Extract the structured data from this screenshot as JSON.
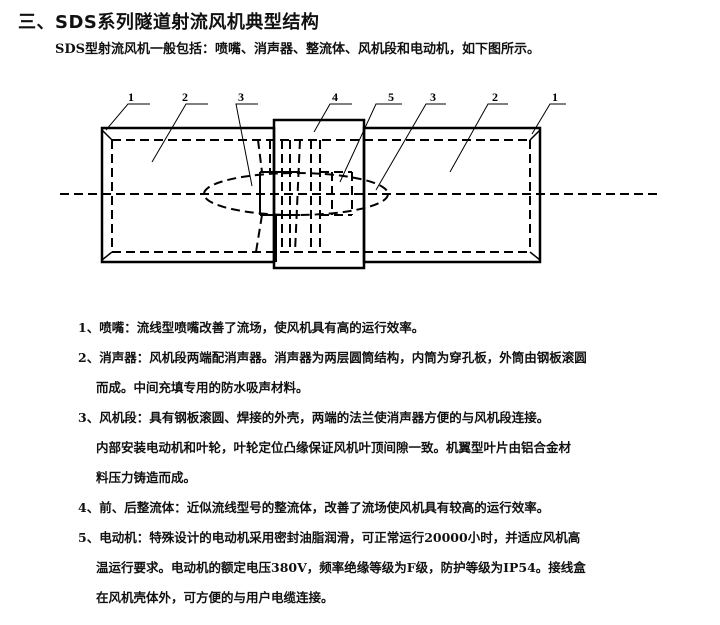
{
  "page": {
    "title": "三、SDS系列隧道射流风机典型结构",
    "intro": "SDS型射流风机一般包括：喷嘴、消声器、整流体、风机段和电动机，如下图所示。"
  },
  "diagram": {
    "callouts": [
      {
        "id": "1",
        "label": "1",
        "part": "喷嘴"
      },
      {
        "id": "2",
        "label": "2",
        "part": "消声器"
      },
      {
        "id": "3",
        "label": "3",
        "part": "整流体"
      },
      {
        "id": "4",
        "label": "4",
        "part": "风机段"
      },
      {
        "id": "5",
        "label": "5",
        "part": "电动机"
      }
    ],
    "left_labels": [
      "1",
      "2",
      "3",
      "4"
    ],
    "right_labels": [
      "5",
      "3",
      "2",
      "1"
    ]
  },
  "items": [
    {
      "number": "1、",
      "lines": [
        "喷嘴：流线型喷嘴改善了流场，使风机具有高的运行效率。"
      ]
    },
    {
      "number": "2、",
      "lines": [
        "消声器：风机段两端配消声器。消声器为两层圆筒结构，内筒为穿孔板，外筒由钢板滚圆",
        "而成。中间充填专用的防水吸声材料。"
      ]
    },
    {
      "number": "3、",
      "lines": [
        "风机段：具有钢板滚圆、焊接的外壳，两端的法兰使消声器方便的与风机段连接。",
        "内部安装电动机和叶轮，叶轮定位凸缘保证风机叶顶间隙一致。机翼型叶片由铝合金材",
        "料压力铸造而成。"
      ]
    },
    {
      "number": "4、",
      "lines": [
        "前、后整流体：近似流线型号的整流体，改善了流场使风机具有较高的运行效率。"
      ]
    },
    {
      "number": "5、",
      "lines": [
        "电动机：特殊设计的电动机采用密封油脂润滑，可正常运行20000小时，并适应风机高",
        "温运行要求。电动机的额定电压380V，频率绝缘等级为F级，防护等级为IP54。接线盒",
        "在风机壳体外，可方便的与用户电缆连接。"
      ]
    }
  ]
}
